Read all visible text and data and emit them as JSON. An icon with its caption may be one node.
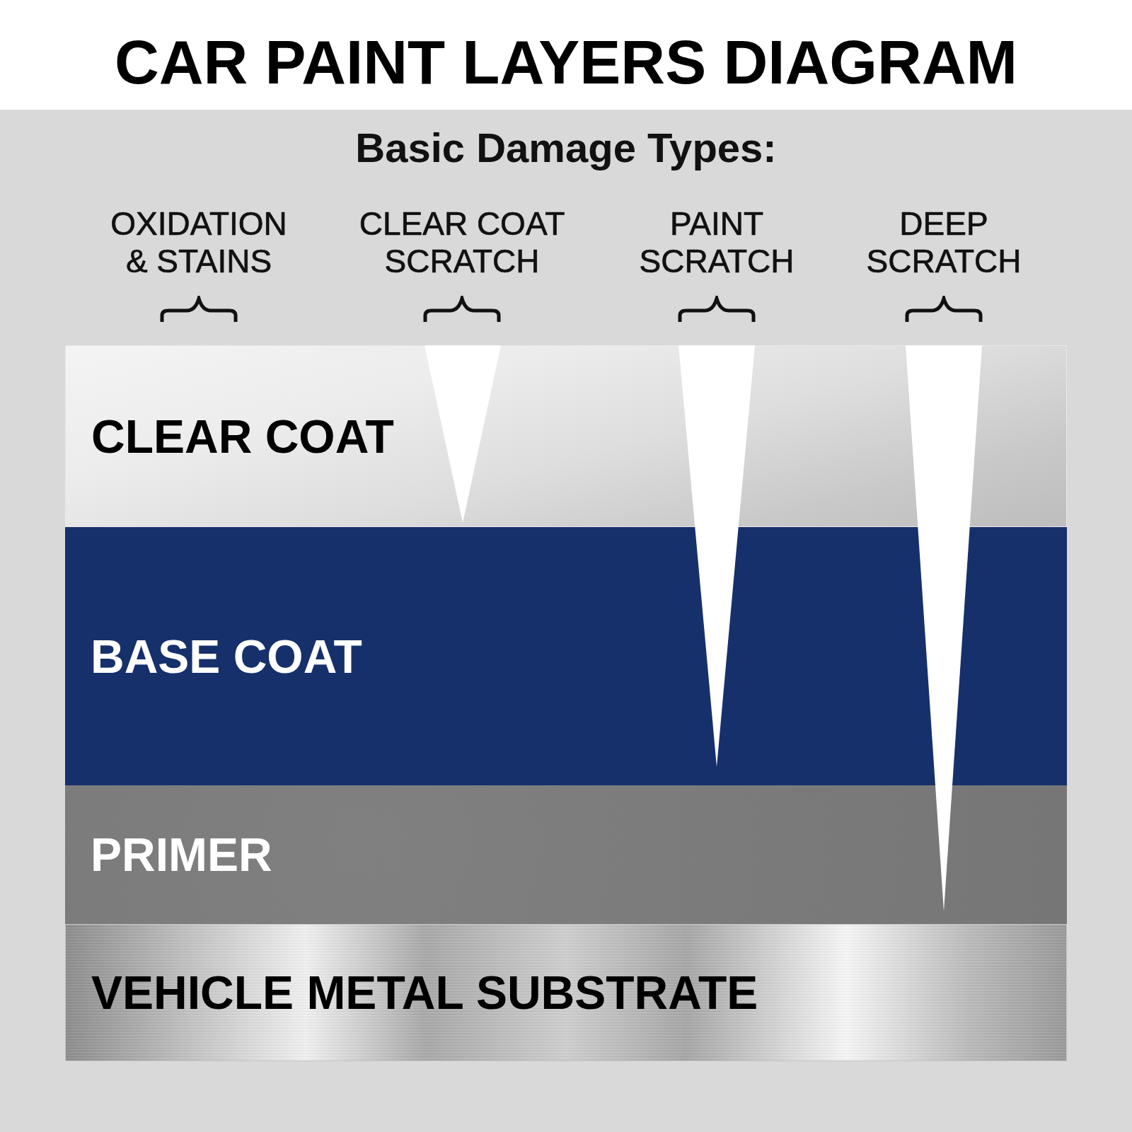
{
  "diagram": {
    "title": "CAR PAINT LAYERS DIAGRAM",
    "nodes": [
      {
        "text": [
          "CLEAR COAT"
        ]
      },
      {
        "text": [
          "BASE COAT"
        ]
      },
      {
        "text": [
          "PRIMER"
        ]
      },
      {
        "text": [
          "VEHICLE METAL SUBSTRATE"
        ]
      },
      {
        "text": [],
        "shape": "triangle",
        "in": 0
      },
      {
        "text": [],
        "shape": "triangle"
      },
      {
        "text": [],
        "shape": "triangle"
      }
    ],
    "labels": [
      "Basic Damage Types:",
      "OXIDATION & STAINS",
      "CLEAR COAT SCRATCH",
      "PAINT SCRATCH",
      "DEEP SCRATCH"
    ]
  }
}
